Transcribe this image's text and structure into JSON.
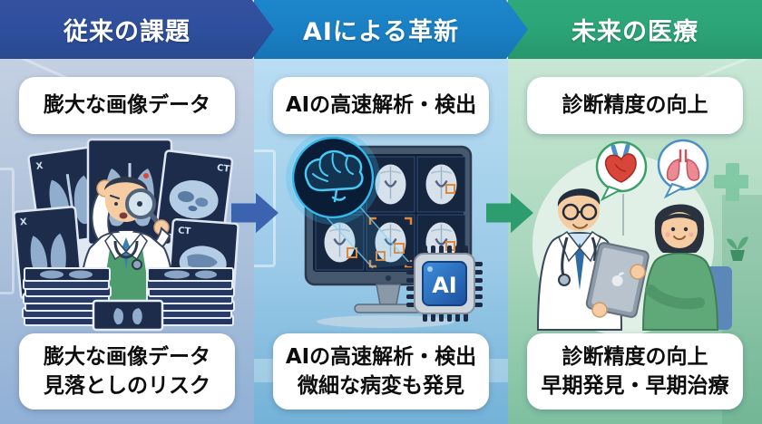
{
  "header": {
    "steps": [
      {
        "label": "従来の課題",
        "color": "#2e4f9e"
      },
      {
        "label": "AIによる革新",
        "color": "#1a80c5"
      },
      {
        "label": "未来の医療",
        "color": "#2ca478"
      }
    ]
  },
  "panels": [
    {
      "id": "traditional-problems",
      "top_label": "膨大な画像データ",
      "bottom_lines": [
        "膨大な画像データ",
        "見落としのリスク"
      ],
      "illustration": "overwhelmed-doctor-with-xray-films",
      "film_labels": [
        "X",
        "CT",
        "X",
        "CT"
      ],
      "bg_top": "#c4d0e2",
      "bg_bottom": "#8fb0d6"
    },
    {
      "id": "ai-innovation",
      "top_label": "AIの高速解析・検出",
      "bottom_lines": [
        "AIの高速解析・検出",
        "微細な病変も発見"
      ],
      "illustration": "monitor-brain-scans-with-ai-chip",
      "ai_chip_label": "AI",
      "bg_top": "#b9ddf2",
      "bg_bottom": "#74b2d8"
    },
    {
      "id": "future-medicine",
      "top_label": "診断精度の向上",
      "bottom_lines": [
        "診断精度の向上",
        "早期発見・早期治療"
      ],
      "illustration": "doctor-showing-tablet-to-patient",
      "bg_top": "#c8e7d4",
      "bg_bottom": "#7fc0a0"
    }
  ],
  "arrows": [
    {
      "direction": "right",
      "color": "#3c63b0"
    },
    {
      "direction": "right",
      "color": "#2d9c6e"
    }
  ],
  "colors": {
    "detection_marker": "#e0883a",
    "ai_glow": "#38bdf0",
    "heart_red": "#d9453a",
    "lungs_pink": "#ec8b93"
  }
}
